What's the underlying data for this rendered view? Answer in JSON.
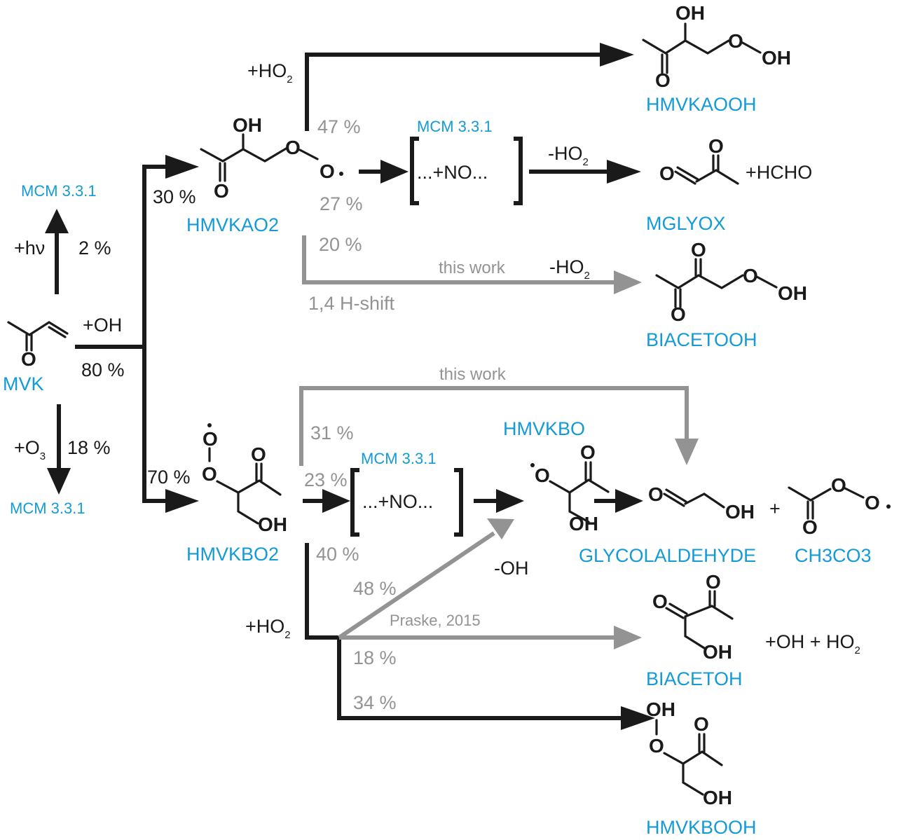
{
  "diagram": {
    "type": "reaction-scheme",
    "colors": {
      "primary_path": "#1a1a1a",
      "new_path": "#939393",
      "species_name": "#149bd7"
    },
    "species": {
      "mvk": "MVK",
      "hmvkao2": "HMVKAO2",
      "hmvkbo2": "HMVKBO2",
      "hmvkaooh": "HMVKAOOH",
      "mglyox": "MGLYOX",
      "biacetooh": "BIACETOOH",
      "hmvkbo": "HMVKBO",
      "glycolaldehyde": "GLYCOLALDEHYDE",
      "ch3co3": "CH3CO3",
      "biacetoh": "BIACETOH",
      "hmvkbooh": "HMVKBOOH"
    },
    "sources": {
      "mcm": "MCM 3.3.1",
      "this_work": "this work",
      "praske": "Praske, 2015"
    },
    "reagents": {
      "hv": "+hν",
      "oh": "+OH",
      "o3": "+O",
      "o3_sub": "3",
      "ho2": "+HO",
      "ho2_sub": "2",
      "minus_ho2": "-HO",
      "minus_ho2_sub": "2",
      "no_bracket": "...+NO...",
      "plus_hcho": "+HCHO",
      "minus_oh": "-OH",
      "plus_oh_ho2": "+OH + HO",
      "plus_oh_ho2_sub": "2",
      "plus": "+",
      "h_shift": "1,4 H-shift"
    },
    "branching": {
      "hv": "2 %",
      "oh": "80 %",
      "o3": "18 %",
      "to_hmvkao2": "30 %",
      "to_hmvkbo2": "70 %",
      "hmvkao2_ho2": "47 %",
      "hmvkao2_no": "27 %",
      "hmvkao2_hshift": "20 %",
      "hmvkbo2_hshift": "31 %",
      "hmvkbo2_no": "23 %",
      "hmvkbo2_ho2": "40 %",
      "ho2_to_hmvkbo": "48 %",
      "ho2_to_biacetoh": "18 %",
      "ho2_to_hmvkbooh": "34 %"
    },
    "atoms": {
      "O": "O",
      "OH": "OH"
    }
  }
}
